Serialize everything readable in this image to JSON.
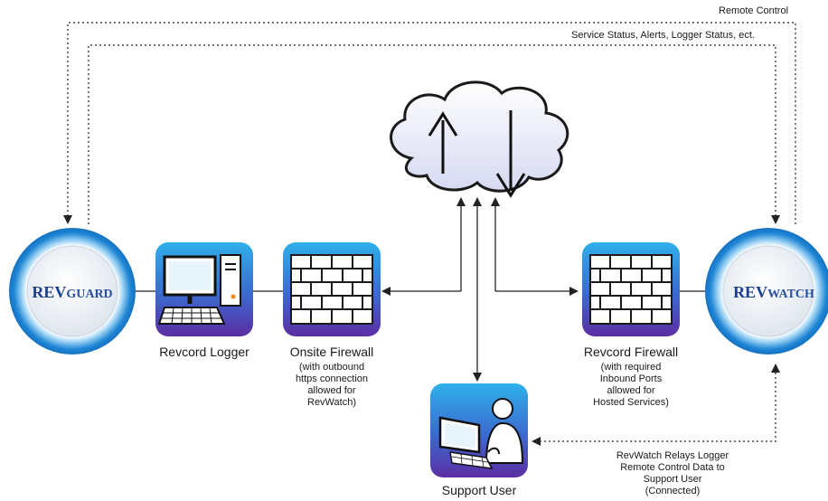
{
  "annotations": {
    "remote_control": "Remote Control",
    "service_status": "Service Status, Alerts, Logger Status, ect.",
    "relay_lines": [
      "RevWatch Relays Logger",
      "Remote Control Data to",
      "Support User",
      "(Connected)"
    ]
  },
  "nodes": {
    "revguard": {
      "logo_prefix": "REV",
      "logo_suffix": "GUARD"
    },
    "revwatch": {
      "logo_prefix": "REV",
      "logo_suffix": "WATCH"
    },
    "logger": {
      "label": "Revcord Logger"
    },
    "onsite_firewall": {
      "label": "Onsite Firewall",
      "sub": [
        "(with outbound",
        "https connection",
        "allowed for",
        "RevWatch)"
      ]
    },
    "revcord_firewall": {
      "label": "Revcord Firewall",
      "sub": [
        "(with required",
        "Inbound Ports",
        "allowed for",
        "Hosted Services)"
      ]
    },
    "support_user": {
      "label": "Support User"
    }
  },
  "colors": {
    "tile_top": "#29a9e6",
    "tile_bottom": "#5b2ea3",
    "ring": "#1f86d4",
    "logo_blue": "#1b3f8f",
    "line": "#222222"
  }
}
